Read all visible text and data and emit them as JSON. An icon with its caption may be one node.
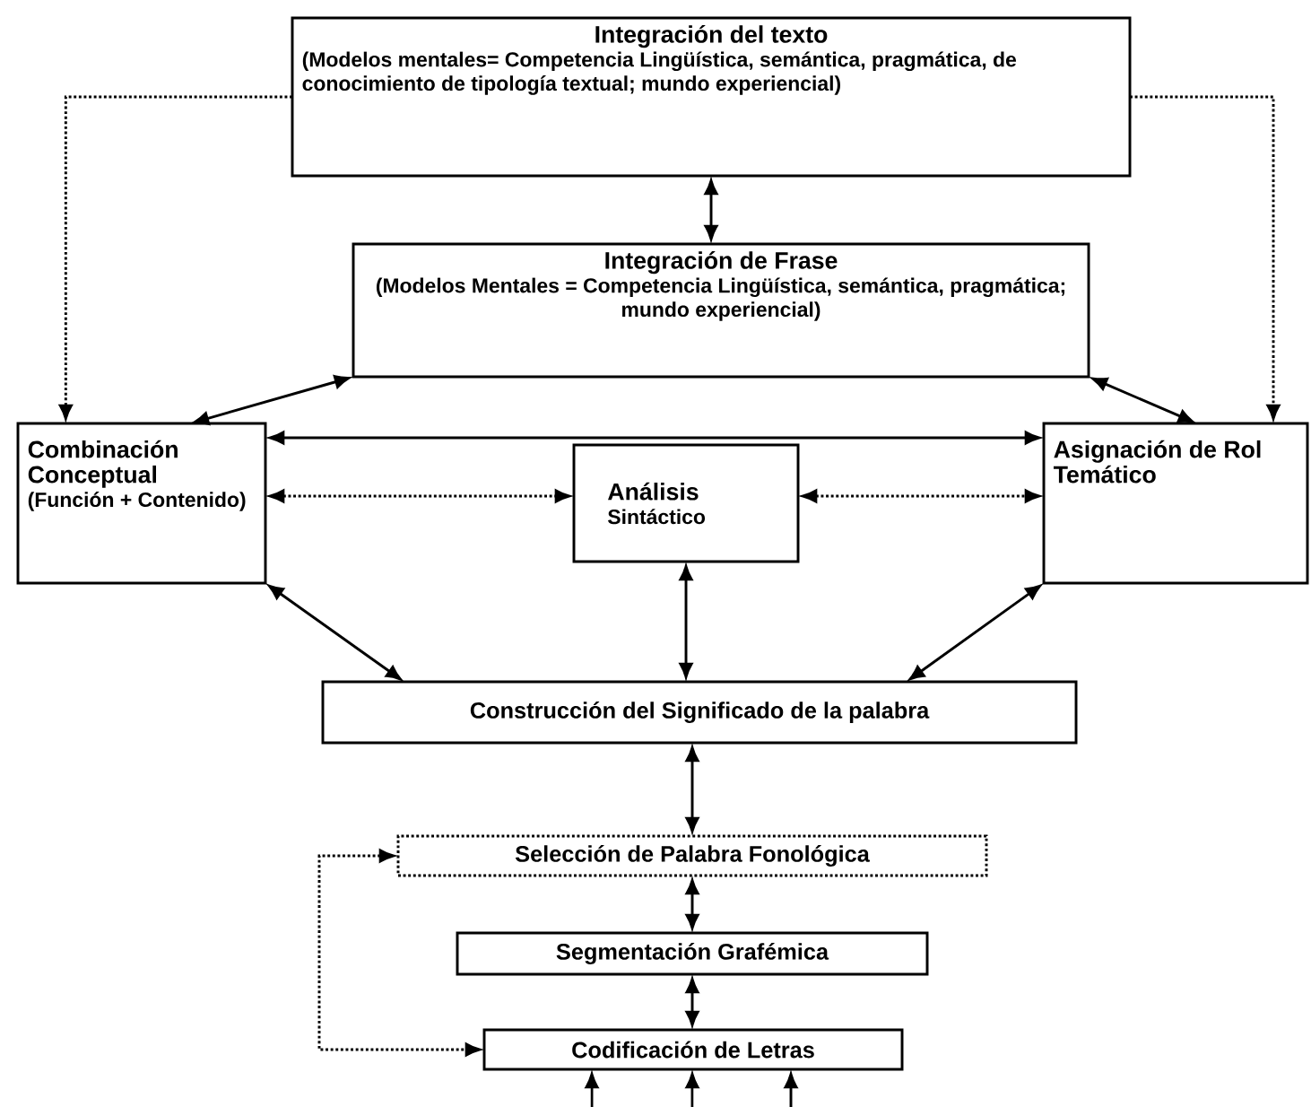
{
  "diagram": {
    "nodes": [
      {
        "text": [
          "Integración del texto",
          "(Modelos mentales= Competencia Lingüística, semántica, pragmática, de conocimiento de tipología textual; mundo experiencial)"
        ]
      },
      {
        "text": [
          "Integración de Frase",
          "(Modelos Mentales = Competencia Lingüística, semántica, pragmática; mundo experiencial)"
        ]
      },
      {
        "text": [
          "Combinación Conceptual",
          "(Función + Contenido)"
        ]
      },
      {
        "text": [
          "Análisis",
          "Sintáctico"
        ]
      },
      {
        "text": [
          "Asignación de Rol Temático"
        ]
      },
      {
        "text": [
          "Construcción del Significado de la palabra"
        ]
      },
      {
        "text": [
          "Selección de Palabra Fonológica"
        ]
      },
      {
        "text": [
          "Segmentación Grafémica"
        ]
      },
      {
        "text": [
          "Codificación de Letras"
        ]
      }
    ],
    "edges": [
      {
        "from": 0,
        "to": 1,
        "arrow": "both"
      },
      {
        "from": 0,
        "to": 2,
        "arrow": "to",
        "style": "dashed"
      },
      {
        "from": 0,
        "to": 4,
        "arrow": "to",
        "style": "dashed"
      },
      {
        "from": 1,
        "to": 2,
        "arrow": "both"
      },
      {
        "from": 1,
        "to": 4,
        "arrow": "both"
      },
      {
        "from": 2,
        "to": 4,
        "arrow": "both"
      },
      {
        "from": 2,
        "to": 3,
        "arrow": "both",
        "style": "dashed"
      },
      {
        "from": 3,
        "to": 4,
        "arrow": "both",
        "style": "dashed"
      },
      {
        "from": 2,
        "to": 5,
        "arrow": "both"
      },
      {
        "from": 3,
        "to": 5,
        "arrow": "both"
      },
      {
        "from": 4,
        "to": 5,
        "arrow": "both"
      },
      {
        "from": 5,
        "to": 6,
        "arrow": "both"
      },
      {
        "from": 6,
        "to": 7,
        "arrow": "both"
      },
      {
        "from": 7,
        "to": 8,
        "arrow": "both"
      },
      {
        "from": 6,
        "to": 8,
        "arrow": "both",
        "style": "dashed"
      },
      {
        "from": null,
        "to": 8,
        "arrow": "to"
      },
      {
        "from": null,
        "to": 8,
        "arrow": "to"
      },
      {
        "from": null,
        "to": 8,
        "arrow": "to"
      }
    ]
  }
}
